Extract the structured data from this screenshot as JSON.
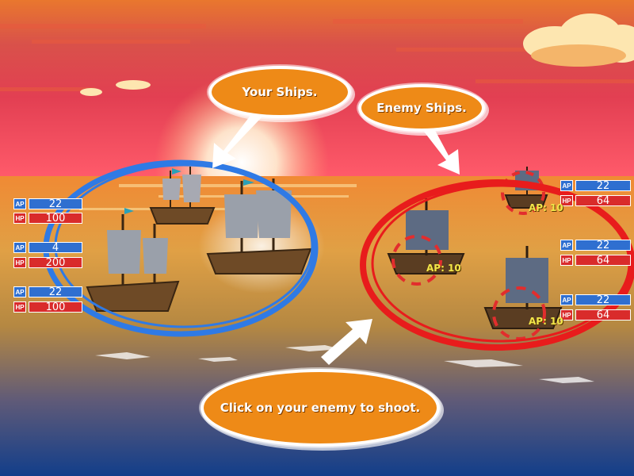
{
  "tutorial": {
    "your_ships": "Your Ships.",
    "enemy_ships": "Enemy Ships.",
    "click_hint": "Click on your enemy to shoot."
  },
  "player_ships": [
    {
      "ap": "22",
      "hp": "100"
    },
    {
      "ap": "4",
      "hp": "200"
    },
    {
      "ap": "22",
      "hp": "100"
    }
  ],
  "enemy_ships": [
    {
      "ap": "22",
      "hp": "64",
      "target_label": "AP: 10"
    },
    {
      "ap": "22",
      "hp": "64",
      "target_label": "AP: 10"
    },
    {
      "ap": "22",
      "hp": "64",
      "target_label": "AP: 10"
    }
  ],
  "labels": {
    "ap": "AP",
    "hp": "HP"
  },
  "colors": {
    "player_circle": "#2f7ae5",
    "enemy_circle": "#e81c1c",
    "bubble": "#ee8a17",
    "ap_box": "#2f6fd0",
    "hp_box": "#d92b2b"
  }
}
